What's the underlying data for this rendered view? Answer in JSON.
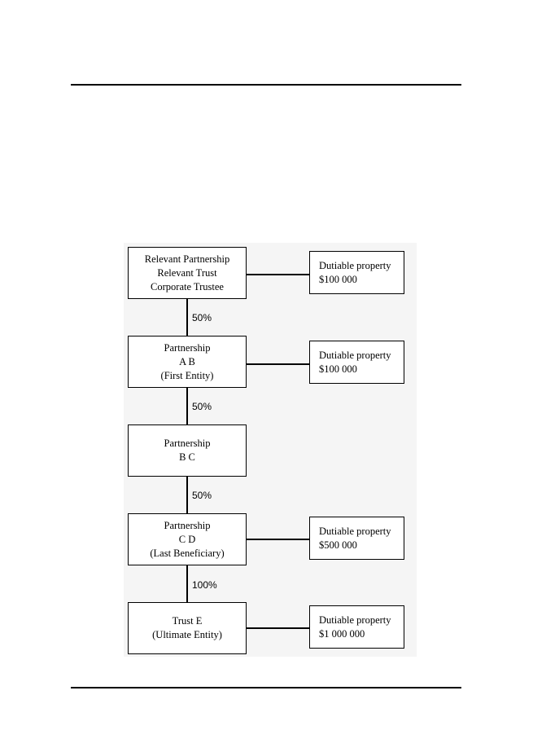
{
  "diagram": {
    "entities": [
      {
        "lines": [
          "Relevant Partnership",
          "Relevant Trust",
          "Corporate Trustee"
        ]
      },
      {
        "lines": [
          "Partnership",
          "A B",
          "(First Entity)"
        ]
      },
      {
        "lines": [
          "Partnership",
          "B C"
        ]
      },
      {
        "lines": [
          "Partnership",
          "C D",
          "(Last Beneficiary)"
        ]
      },
      {
        "lines": [
          "Trust E",
          "(Ultimate Entity)"
        ]
      }
    ],
    "links": [
      {
        "percent": "50%"
      },
      {
        "percent": "50%"
      },
      {
        "percent": "50%"
      },
      {
        "percent": "100%"
      }
    ],
    "properties": [
      {
        "label": "Dutiable property",
        "value": "$100 000"
      },
      {
        "label": "Dutiable property",
        "value": "$100 000"
      },
      {
        "label": "Dutiable property",
        "value": "$500 000"
      },
      {
        "label": "Dutiable property",
        "value": "$1 000 000"
      }
    ]
  }
}
